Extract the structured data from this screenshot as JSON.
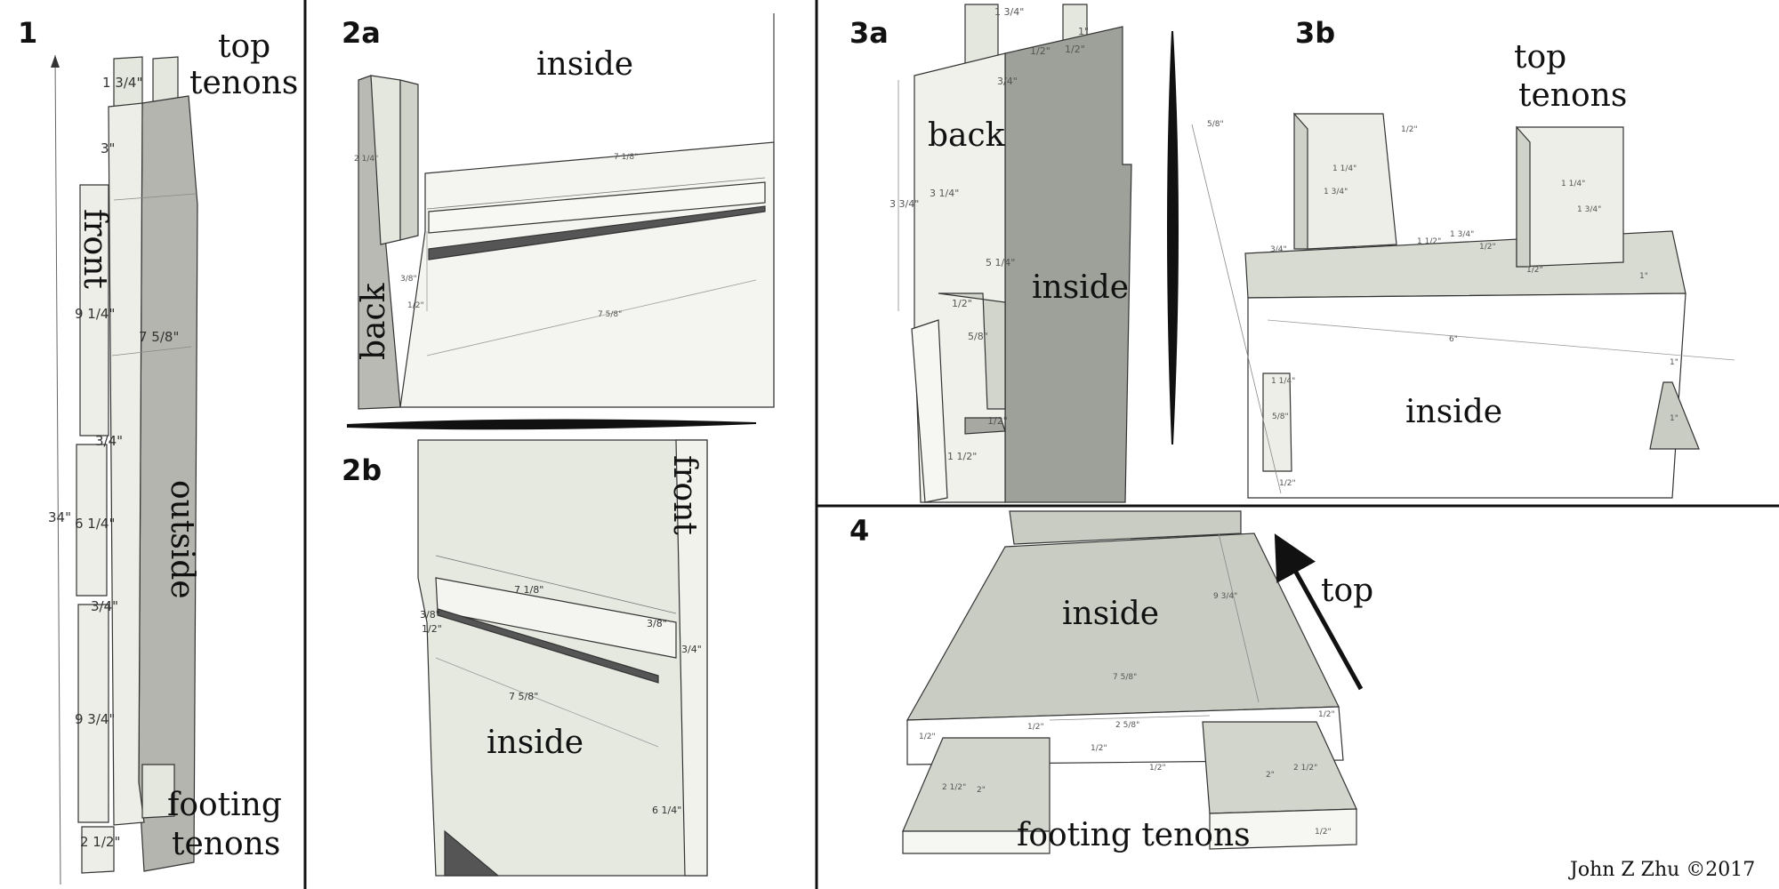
{
  "panels": [
    {
      "id": "1",
      "label": "1"
    },
    {
      "id": "2a",
      "label": "2a"
    },
    {
      "id": "2b",
      "label": "2b"
    },
    {
      "id": "3a",
      "label": "3a"
    },
    {
      "id": "3b",
      "label": "3b"
    },
    {
      "id": "4",
      "label": "4"
    }
  ],
  "p1": {
    "top_tenons": "top\ntenons",
    "top": "top",
    "tenons": "tenons",
    "front": "front",
    "outside": "outside",
    "footing": "footing",
    "footing_tenons_word": "tenons",
    "dims": {
      "d1": "1 3/4\"",
      "d2": "3\"",
      "d3": "9 1/4\"",
      "d4": "7 5/8\"",
      "d5": "3/4\"",
      "d6": "34\"",
      "d7": "6 1/4\"",
      "d8": "3/4\"",
      "d9": "9 3/4\"",
      "d10": "2 1/2\""
    }
  },
  "p2a": {
    "inside": "inside",
    "back": "back",
    "dims": {
      "d1": "2 1/4\"",
      "d2": "7 1/8\"",
      "d3": "3/8\"",
      "d4": "1/2\"",
      "d5": "7 5/8\""
    }
  },
  "p2b": {
    "front": "front",
    "inside": "inside",
    "dims": {
      "d1": "7 1/8\"",
      "d2": "3/8\"",
      "d3": "1/2\"",
      "d4": "3/8\"",
      "d5": "3/4\"",
      "d6": "7 5/8\"",
      "d7": "6 1/4\""
    }
  },
  "p3a": {
    "back": "back",
    "inside": "inside",
    "dims": {
      "d1": "1 3/4\"",
      "d2": "1\"",
      "d3": "1/2\"",
      "d4": "1/2\"",
      "d5": "3/4\"",
      "d6": "3 3/4\"",
      "d7": "3 1/4\"",
      "d8": "5 1/4\"",
      "d9": "1/2\"",
      "d10": "5/8\"",
      "d11": "1/2\"",
      "d12": "1 1/2\""
    }
  },
  "p3b": {
    "top": "top",
    "tenons": "tenons",
    "inside": "inside",
    "dims": {
      "d1": "5/8\"",
      "d2": "1/2\"",
      "d3": "1 1/4\"",
      "d4": "1 3/4\"",
      "d5": "1 1/4\"",
      "d6": "1 3/4\"",
      "d7": "3/4\"",
      "d8": "1 1/2\"",
      "d9": "1 3/4\"",
      "d10": "1/2\"",
      "d11": "1/2\"",
      "d12": "1\"",
      "d13": "6\"",
      "d14": "1\"",
      "d15": "1 1/4\"",
      "d16": "5/8\"",
      "d17": "1/2\"",
      "d18": "1\""
    }
  },
  "p4": {
    "inside": "inside",
    "top": "top",
    "footing_tenons": "footing tenons",
    "dims": {
      "d1": "9 3/4\"",
      "d2": "7 5/8\"",
      "d3": "1/2\"",
      "d4": "2 5/8\"",
      "d5": "1/2\"",
      "d6": "1/2\"",
      "d7": "1/2\"",
      "d8": "1/2\"",
      "d9": "2 1/2\"",
      "d10": "2\"",
      "d11": "2\"",
      "d12": "2 1/2\"",
      "d13": "1/2\""
    }
  },
  "credit": "John Z Zhu ©2017",
  "colors": {
    "face_light": "#dfe3d7",
    "face_mid": "#c9cdc1",
    "face_dark": "#a6a8a1",
    "edge": "#3a3a3a",
    "bg": "#ffffff"
  }
}
